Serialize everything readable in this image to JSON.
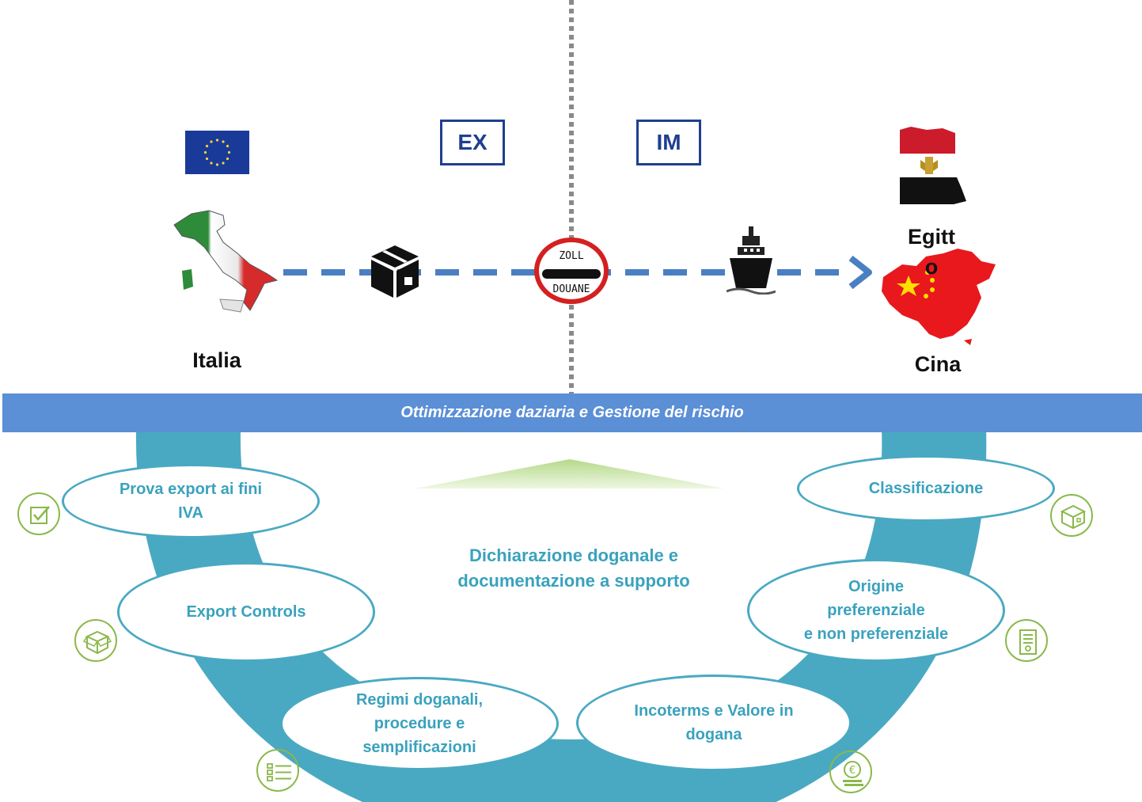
{
  "countries": {
    "origin": "Italia",
    "destination_1": "Egitto",
    "destination_2": "Cina"
  },
  "flow": {
    "export_label": "EX",
    "import_label": "IM",
    "customs_sign_top": "ZOLL",
    "customs_sign_bottom": "DOUANE"
  },
  "banner": {
    "text": "Ottimizzazione daziaria e Gestione del rischio"
  },
  "center": {
    "line1": "Dichiarazione doganale e",
    "line2": "documentazione a supporto"
  },
  "topics": {
    "prova_export_line1": "Prova export ai fini",
    "prova_export_line2": "IVA",
    "export_controls": "Export Controls",
    "regimi_line1": "Regimi doganali,",
    "regimi_line2": "procedure e",
    "regimi_line3": "semplificazioni",
    "incoterms_line1": "Incoterms e Valore in",
    "incoterms_line2": "dogana",
    "origine_line1": "Origine",
    "origine_line2": "preferenziale",
    "origine_line3": "e non preferenziale",
    "classificazione": "Classificazione"
  },
  "icons": {
    "prova_export": "checkbox-icon",
    "export_controls": "box-icon",
    "regimi": "list-icon",
    "incoterms": "euro-coins-icon",
    "origine": "document-icon",
    "classificazione": "package-icon"
  },
  "colors": {
    "banner": "#5b8fd6",
    "arc": "#4aa9c2",
    "flow_line": "#4a7fc1",
    "box_border": "#1f3f8f",
    "icon_green": "#8ab84a",
    "topic_text": "#3aa2bd"
  }
}
